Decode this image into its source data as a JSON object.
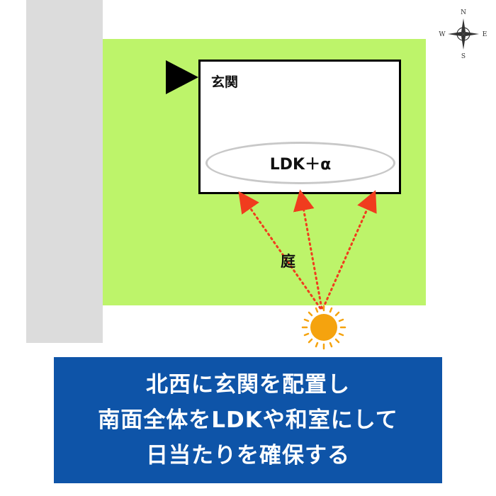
{
  "compass": {
    "north": "N",
    "south": "S",
    "east": "E",
    "west": "W"
  },
  "house": {
    "entrance_label": "玄関",
    "ldk_label": "LDK＋α"
  },
  "garden": {
    "label": "庭"
  },
  "caption": {
    "lines": [
      "北西に玄関を配置し",
      "南面全体をLDKや和室にして",
      "日当たりを確保する"
    ]
  },
  "colors": {
    "road": "#dcdcdc",
    "site": "#bdf46a",
    "sun": "#f5a30e",
    "arrows": "#f03c1e",
    "caption_bg": "#0e54a8"
  }
}
